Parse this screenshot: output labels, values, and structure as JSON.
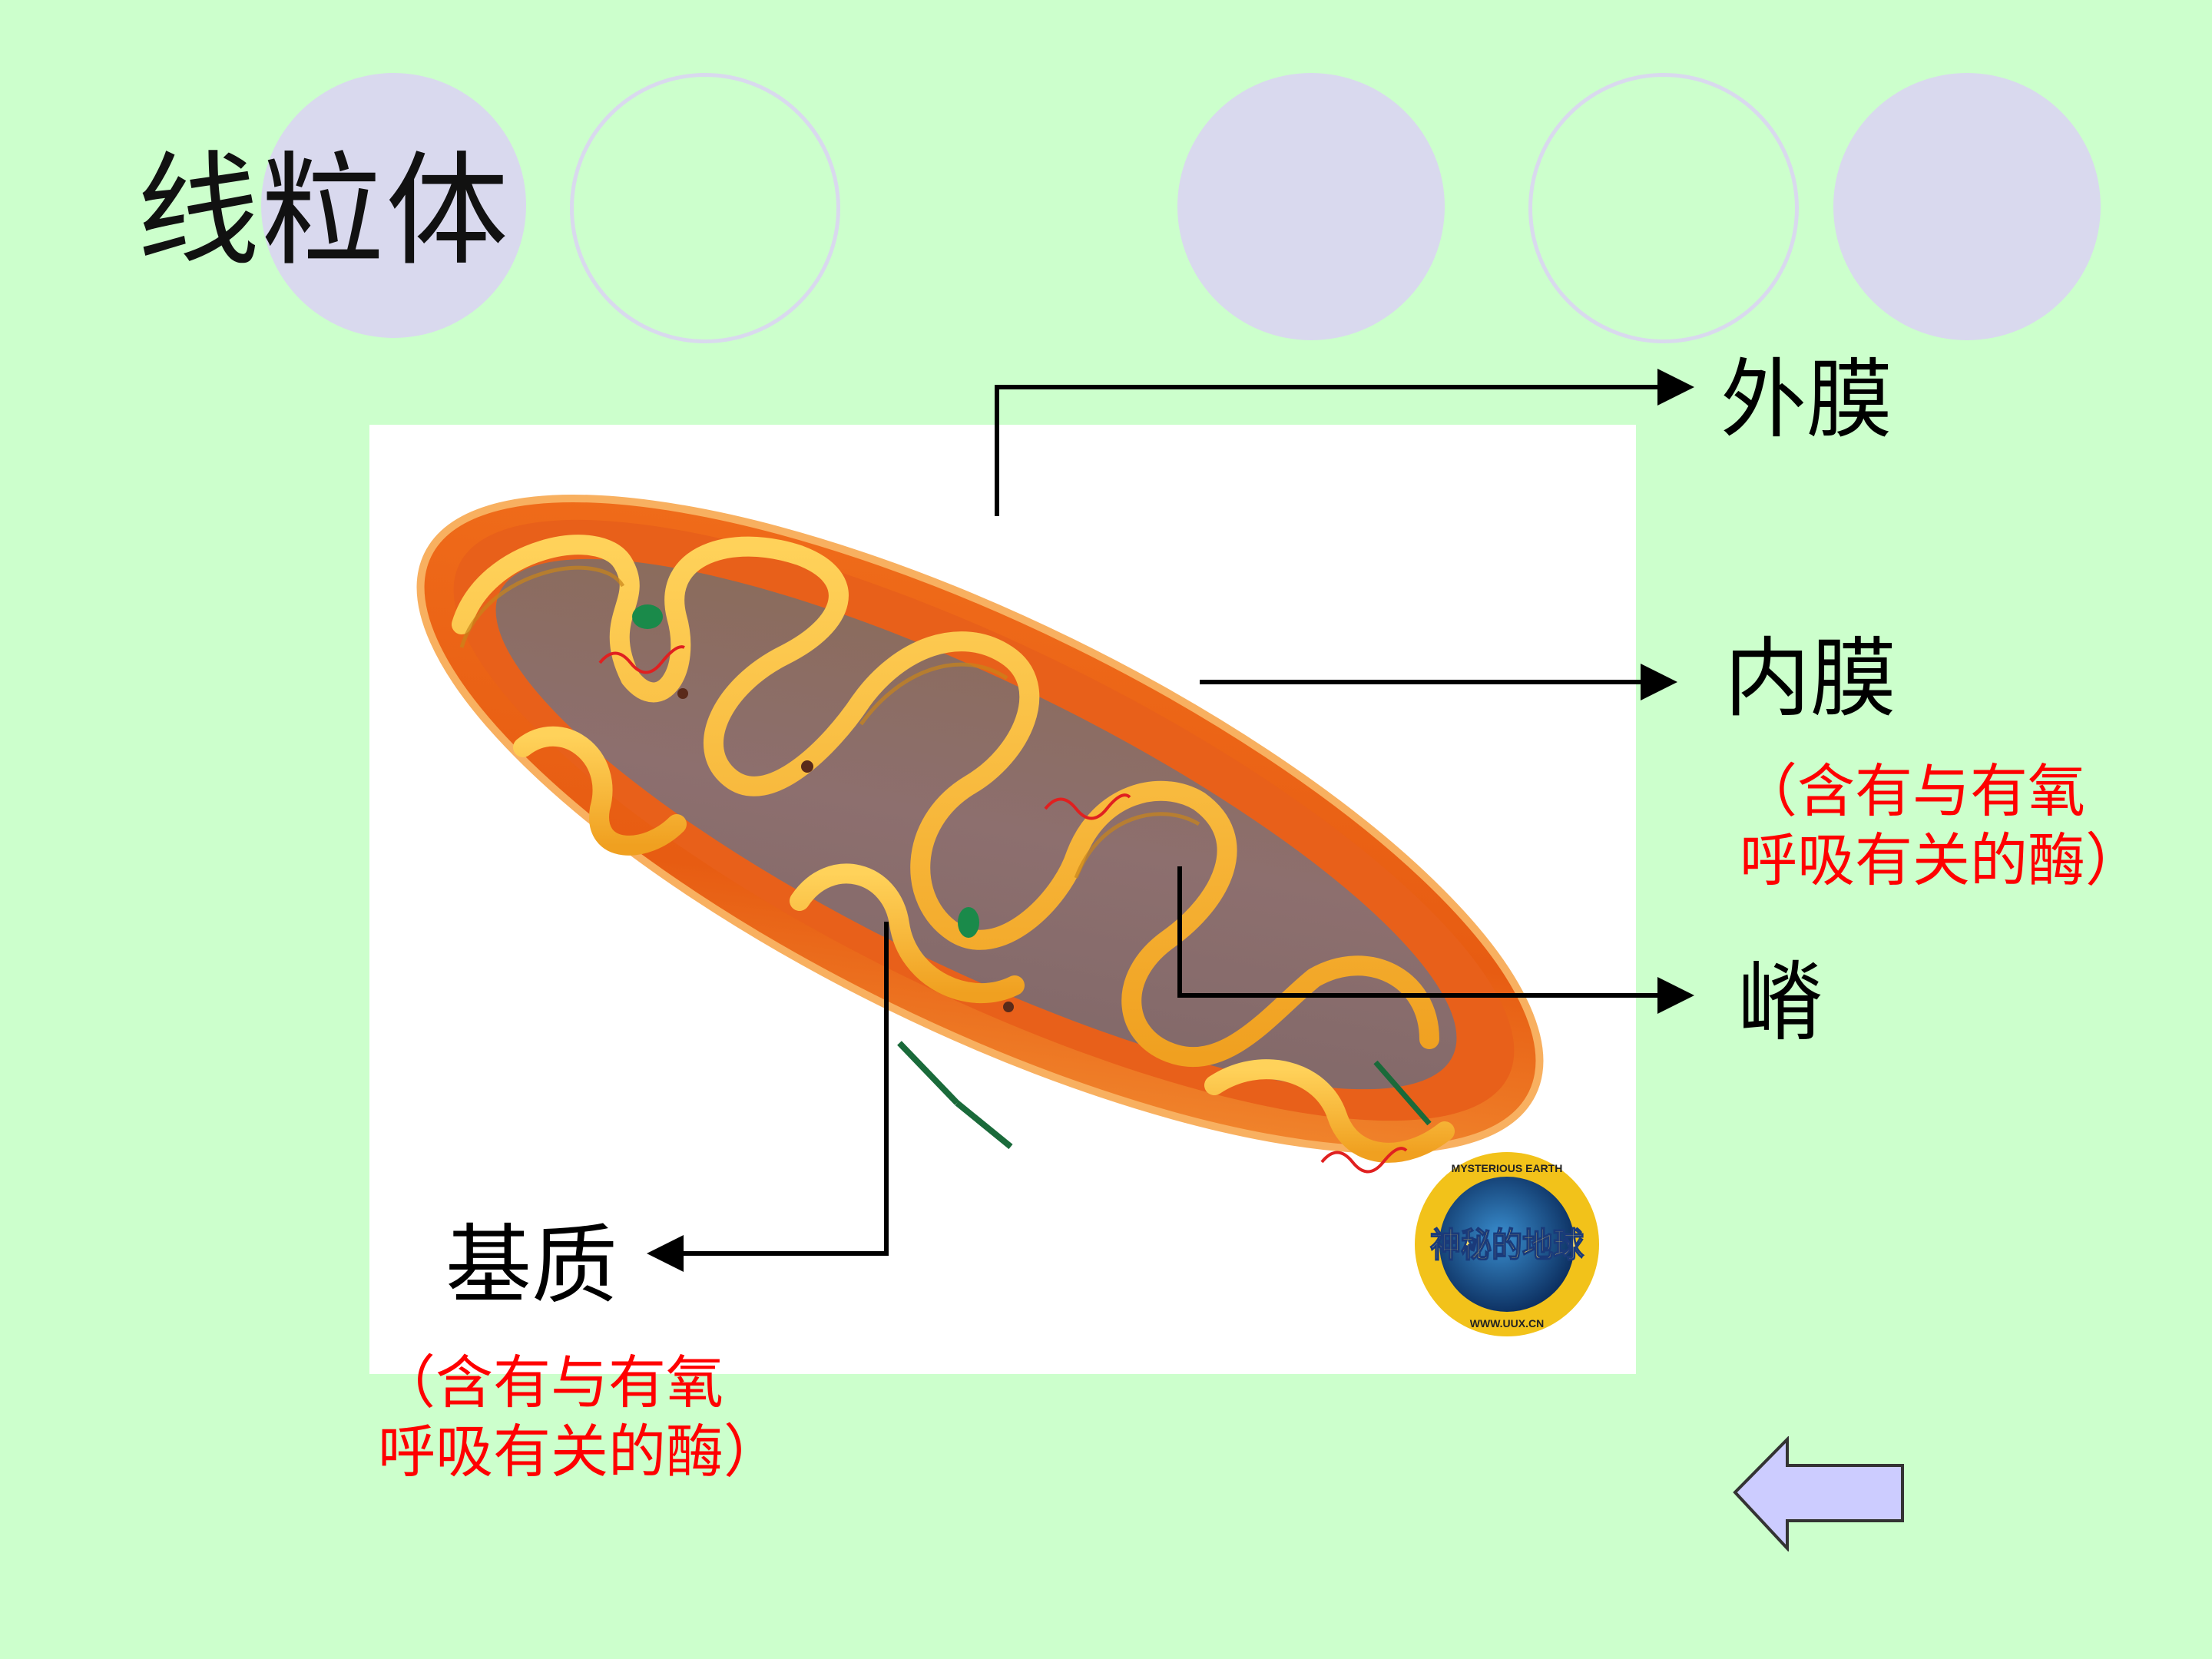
{
  "slide": {
    "title": "线粒体",
    "labels": {
      "outer_membrane": "外膜",
      "inner_membrane": "内膜",
      "inner_membrane_note_line1": "（含有与有氧",
      "inner_membrane_note_line2": "呼吸有关的酶）",
      "cristae": "嵴",
      "matrix": "基质",
      "matrix_note_line1": "（含有与有氧",
      "matrix_note_line2": "呼吸有关的酶）"
    },
    "watermark": {
      "top_text": "MYSTERIOUS EARTH",
      "main_text": "神秘的地球",
      "url": "WWW.UUX.CN"
    },
    "colors": {
      "background": "#ccffcc",
      "decor_circles": "#d9d9ee",
      "note_text": "#ff0000",
      "back_arrow_fill": "#ccccff"
    },
    "icons": {
      "back": "left-arrow-icon"
    }
  }
}
